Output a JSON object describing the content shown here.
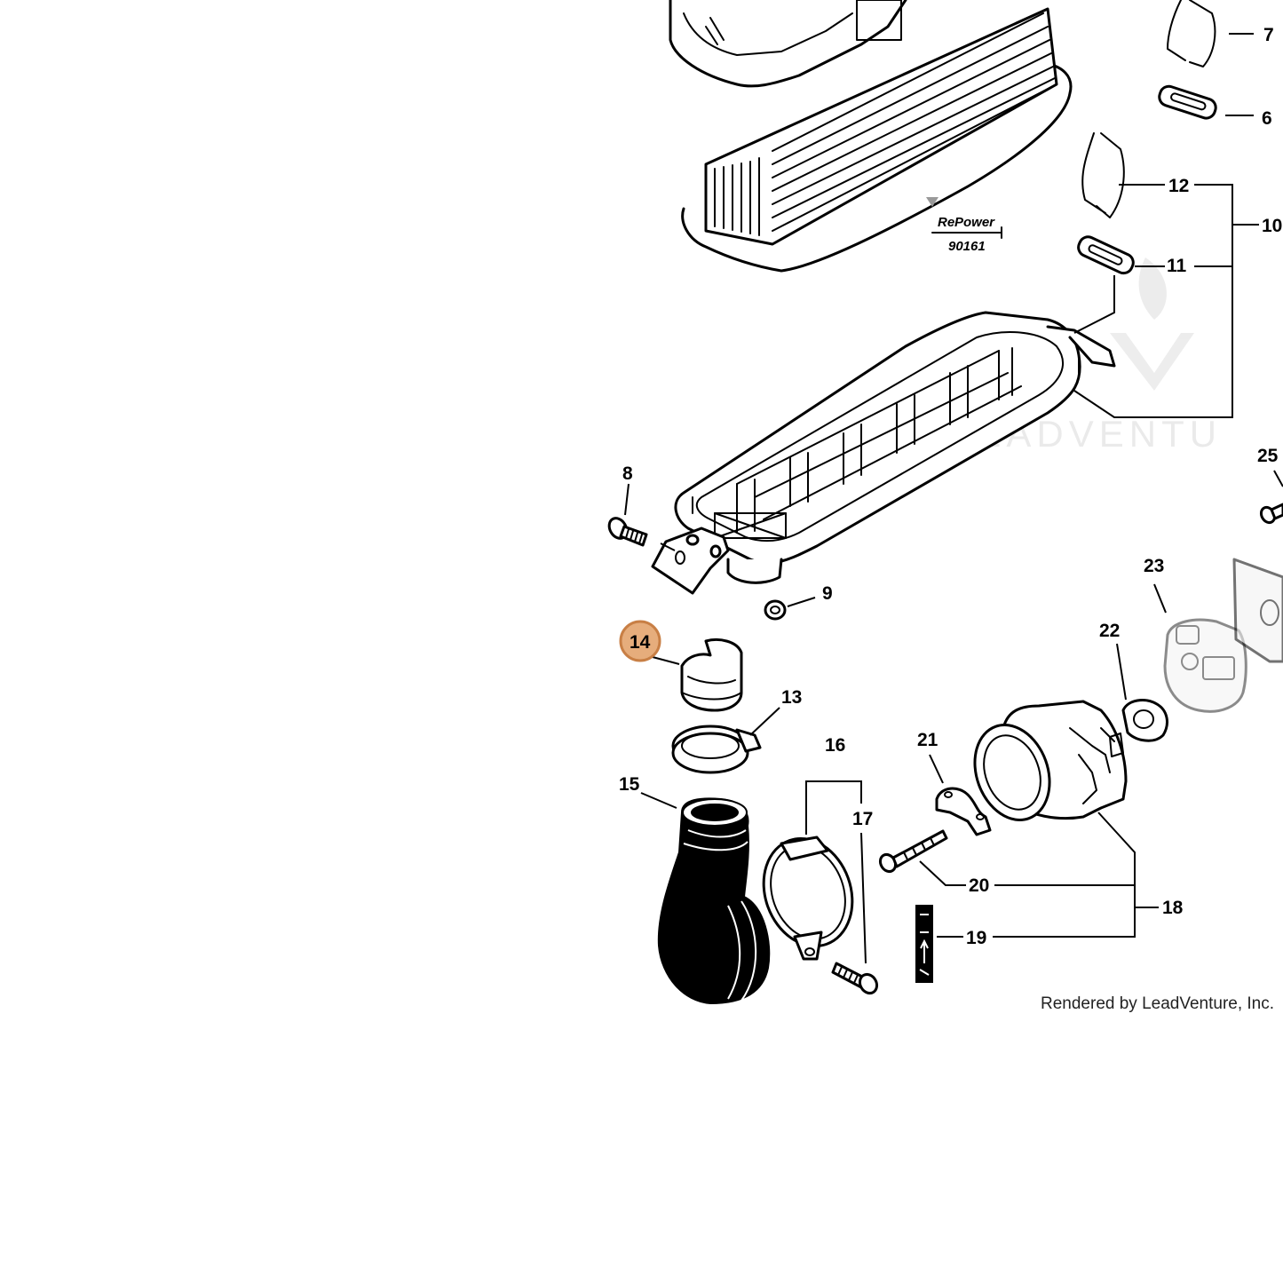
{
  "callouts": {
    "c6": "6",
    "c7": "7",
    "c8": "8",
    "c9": "9",
    "c10": "10",
    "c11": "11",
    "c12": "12",
    "c13": "13",
    "c14": "14",
    "c15": "15",
    "c16": "16",
    "c17": "17",
    "c18": "18",
    "c19": "19",
    "c20": "20",
    "c21": "21",
    "c22": "22",
    "c23": "23",
    "c25": "25"
  },
  "highlighted_part": "14",
  "highlight_color": "#e6ad7c",
  "filter_brand": {
    "prefix": "Re",
    "name": "Power",
    "part_number": "90161"
  },
  "watermark": "LEADVENTU",
  "credit": "Rendered by LeadVenture, Inc."
}
